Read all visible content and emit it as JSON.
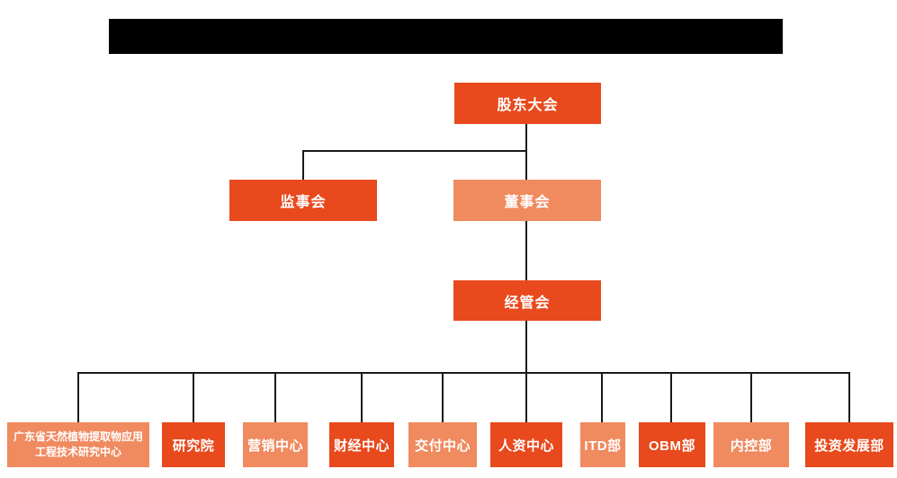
{
  "colors": {
    "background": "#FFFFFF",
    "redaction": "#000000",
    "node_primary": "#E8491D",
    "node_secondary": "#F08A5F",
    "node_text": "#FFFFFF",
    "connector": "#1A1A1A"
  },
  "org_chart": {
    "level1": [
      {
        "id": "shareholders-meeting",
        "label": "股东大会",
        "variant": "primary"
      }
    ],
    "level2": [
      {
        "id": "supervisory-board",
        "label": "监事会",
        "variant": "primary"
      },
      {
        "id": "board-of-directors",
        "label": "董事会",
        "variant": "secondary"
      }
    ],
    "level3": [
      {
        "id": "management-committee",
        "label": "经管会",
        "variant": "primary"
      }
    ],
    "level4": [
      {
        "id": "gd-natural-plant-extract-research-center",
        "label": "广东省天然植物提取物应用工程技术研究中心",
        "variant": "secondary"
      },
      {
        "id": "research-institute",
        "label": "研究院",
        "variant": "primary"
      },
      {
        "id": "marketing-center",
        "label": "营销中心",
        "variant": "secondary"
      },
      {
        "id": "finance-center",
        "label": "财经中心",
        "variant": "primary"
      },
      {
        "id": "delivery-center",
        "label": "交付中心",
        "variant": "secondary"
      },
      {
        "id": "hr-center",
        "label": "人资中心",
        "variant": "primary"
      },
      {
        "id": "itd-department",
        "label": "ITD部",
        "variant": "secondary"
      },
      {
        "id": "obm-department",
        "label": "OBM部",
        "variant": "primary"
      },
      {
        "id": "internal-control-department",
        "label": "内控部",
        "variant": "secondary"
      },
      {
        "id": "investment-development-department",
        "label": "投资发展部",
        "variant": "primary"
      }
    ]
  }
}
